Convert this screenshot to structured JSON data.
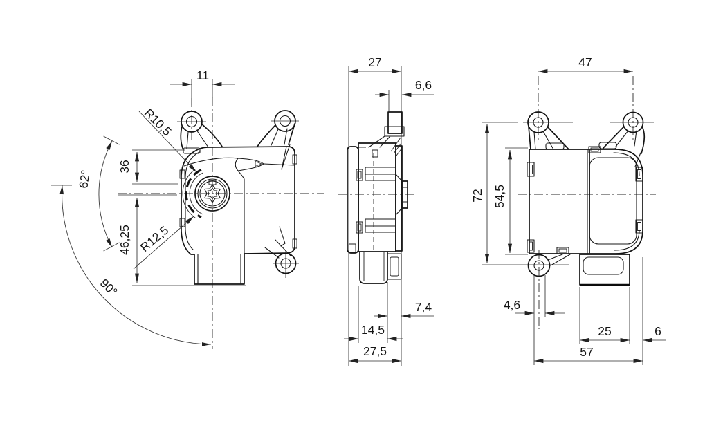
{
  "drawing": {
    "type": "technical_drawing_3_views",
    "colors": {
      "line": "#141414",
      "dimension": "#2e2e2e",
      "background": "#ffffff"
    },
    "views": {
      "front": {
        "dims": {
          "w11": "11",
          "r_outer": "R10,5",
          "h36": "36",
          "h46_25": "46,25",
          "r_inner": "R12,5",
          "a62": "62°",
          "a90": "90°"
        }
      },
      "side": {
        "dims": {
          "d27": "27",
          "d6_6": "6,6",
          "d7_4": "7,4",
          "d14_5": "14,5",
          "d27_5": "27,5"
        }
      },
      "rear": {
        "dims": {
          "d47": "47",
          "d72": "72",
          "d54_5": "54,5",
          "d4_6": "4,6",
          "d25": "25",
          "d6": "6",
          "d57": "57"
        }
      }
    }
  }
}
